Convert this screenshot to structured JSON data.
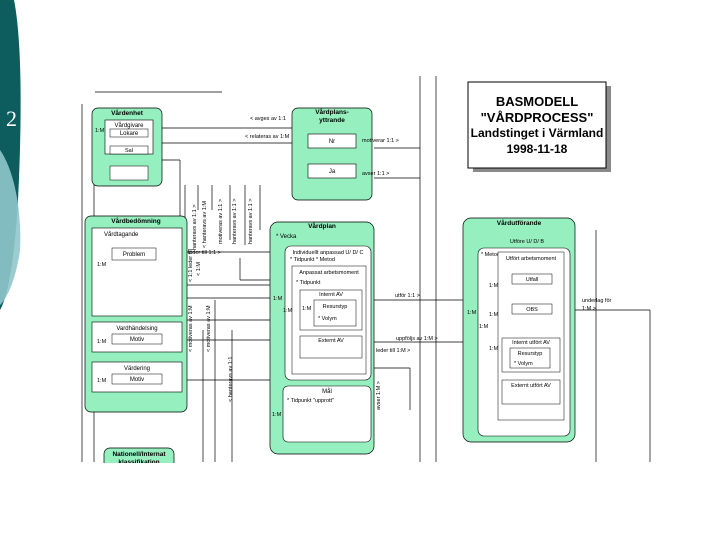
{
  "slide": {
    "number": "2"
  },
  "title": {
    "line1": "BASMODELL",
    "line2": "\"VÅRDPROCESS\"",
    "line3": "Landstinget i Värmland",
    "line4": "1998-11-18"
  },
  "entities": {
    "vardenhet": {
      "title": "Vårdenhet",
      "inner1": "Vårdgivare",
      "inner2": "Lokare",
      "inner3": "Sal",
      "card": "1:M"
    },
    "vardplanerande": {
      "title_line1": "Vårdplans-",
      "title_line2": "yttrande",
      "field1": "Nr",
      "field2": "Ja"
    },
    "vardbedomning": {
      "title": "Vårdbedömning",
      "sub": "Vårdtagande",
      "problem": "Problem",
      "vardhandling": "Vardhändelsing",
      "motiv": "Motiv",
      "varderang": "Värdering",
      "motiv2": "Motiv",
      "card1": "1:M",
      "card2": "1:M",
      "card3": "1:M"
    },
    "vardplan": {
      "title": "Vårdplan",
      "attr_vecka": "* Vecka",
      "individuellt": "Individuellt anpassad U/ D/ C",
      "tidpunkt": "* Tidpunkt * Metod",
      "anpassat": "Anpassat arbetsmoment",
      "tidpunkt2": "* Tidpunkt",
      "internt_av": "Internt AV",
      "resurstyp": "Resurstyp",
      "volym": "* Volym",
      "externt_av": "Externt AV",
      "mal": "Mål",
      "tidpunkt_upprott": "* Tidpunkt \"upprott\"",
      "card_a": "1:M",
      "card_b": "1:M",
      "card_c": "1:M",
      "card_d": "1:M"
    },
    "vardutforande": {
      "title": "Vårdutförande",
      "utfore": "Utföre U/ D/ B",
      "metod": "* Metod",
      "utfort": "Utfört arbetsmoment",
      "utfall": "Utfall",
      "obs": "OBS",
      "internt_utfort": "Internt utfört AV",
      "resurstyp": "Resurstyp",
      "volym": "* Volym",
      "externt_utfort": "Externt utfört AV",
      "card_a": "1:M",
      "card_b": "1:M",
      "card_c": "1:M",
      "card_d": "1:M",
      "card_e": "1:M"
    },
    "nationell": {
      "line1": "Nationell/Internat",
      "line2": "klassifikation"
    }
  },
  "relations": {
    "avges_av": "< avges av 1:1",
    "relateras_av": "< relateras av 1:M",
    "motiverar": "motiverar 1:1 >",
    "avser": "avser 1:1 >",
    "leder_till": "leder till 1:1 >",
    "leder_till_c": "< 1:1 leder till",
    "vert1": "hanteravs av 1:1 >",
    "vert2": "< hanteravs av 1:M",
    "vert3": "motiveras av 1:1 >",
    "vert4": "hanteravs av 1:1 >",
    "vert5": "hanteravs av 1:1 >",
    "vert6": "< motiveras av 1:M",
    "vert7": "< motiveras av 1:M",
    "vert8": "< hanteravs av 1:1",
    "vert9": "< 1:M",
    "utfor": "utför 1:1 >",
    "uppfoljs_av": "uppföljs av 1:M >",
    "leder_till_mal": "leder till 1:M >",
    "vert_mal": "avser 1:M >",
    "underlag_for": "underlag för",
    "underlag_card": "1:M >"
  }
}
